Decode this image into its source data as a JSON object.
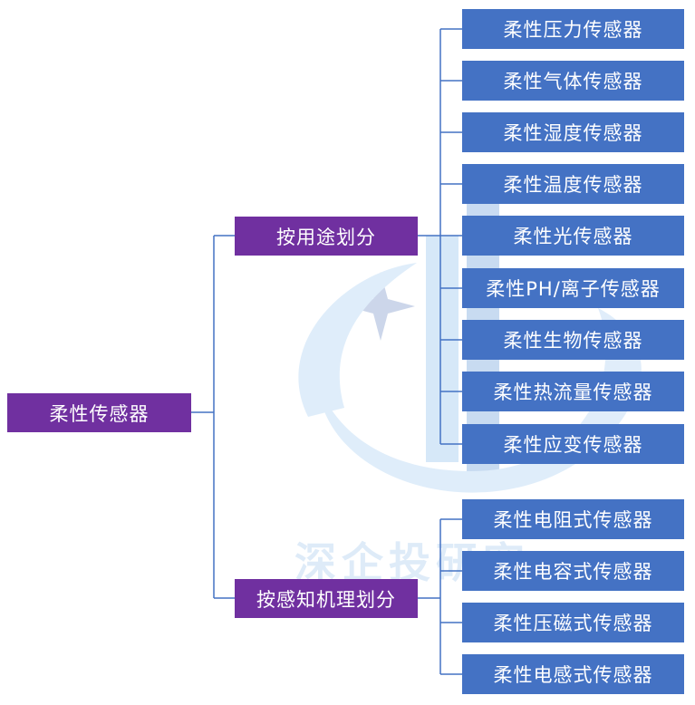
{
  "root": {
    "label": "柔性传感器"
  },
  "branches": [
    {
      "label": "按用途划分",
      "children": [
        "柔性压力传感器",
        "柔性气体传感器",
        "柔性湿度传感器",
        "柔性温度传感器",
        "柔性光传感器",
        "柔性PH/离子传感器",
        "柔性生物传感器",
        "柔性热流量传感器",
        "柔性应变传感器"
      ]
    },
    {
      "label": "按感知机理划分",
      "children": [
        "柔性电阻式传感器",
        "柔性电容式传感器",
        "柔性压磁式传感器",
        "柔性电感式传感器"
      ]
    }
  ],
  "watermark": {
    "text": "深企投研究",
    "logo": "sz-logo"
  },
  "colors": {
    "root": "#7030a0",
    "branch": "#7030a0",
    "leaf": "#4472c4",
    "connector": "#4472c4"
  }
}
